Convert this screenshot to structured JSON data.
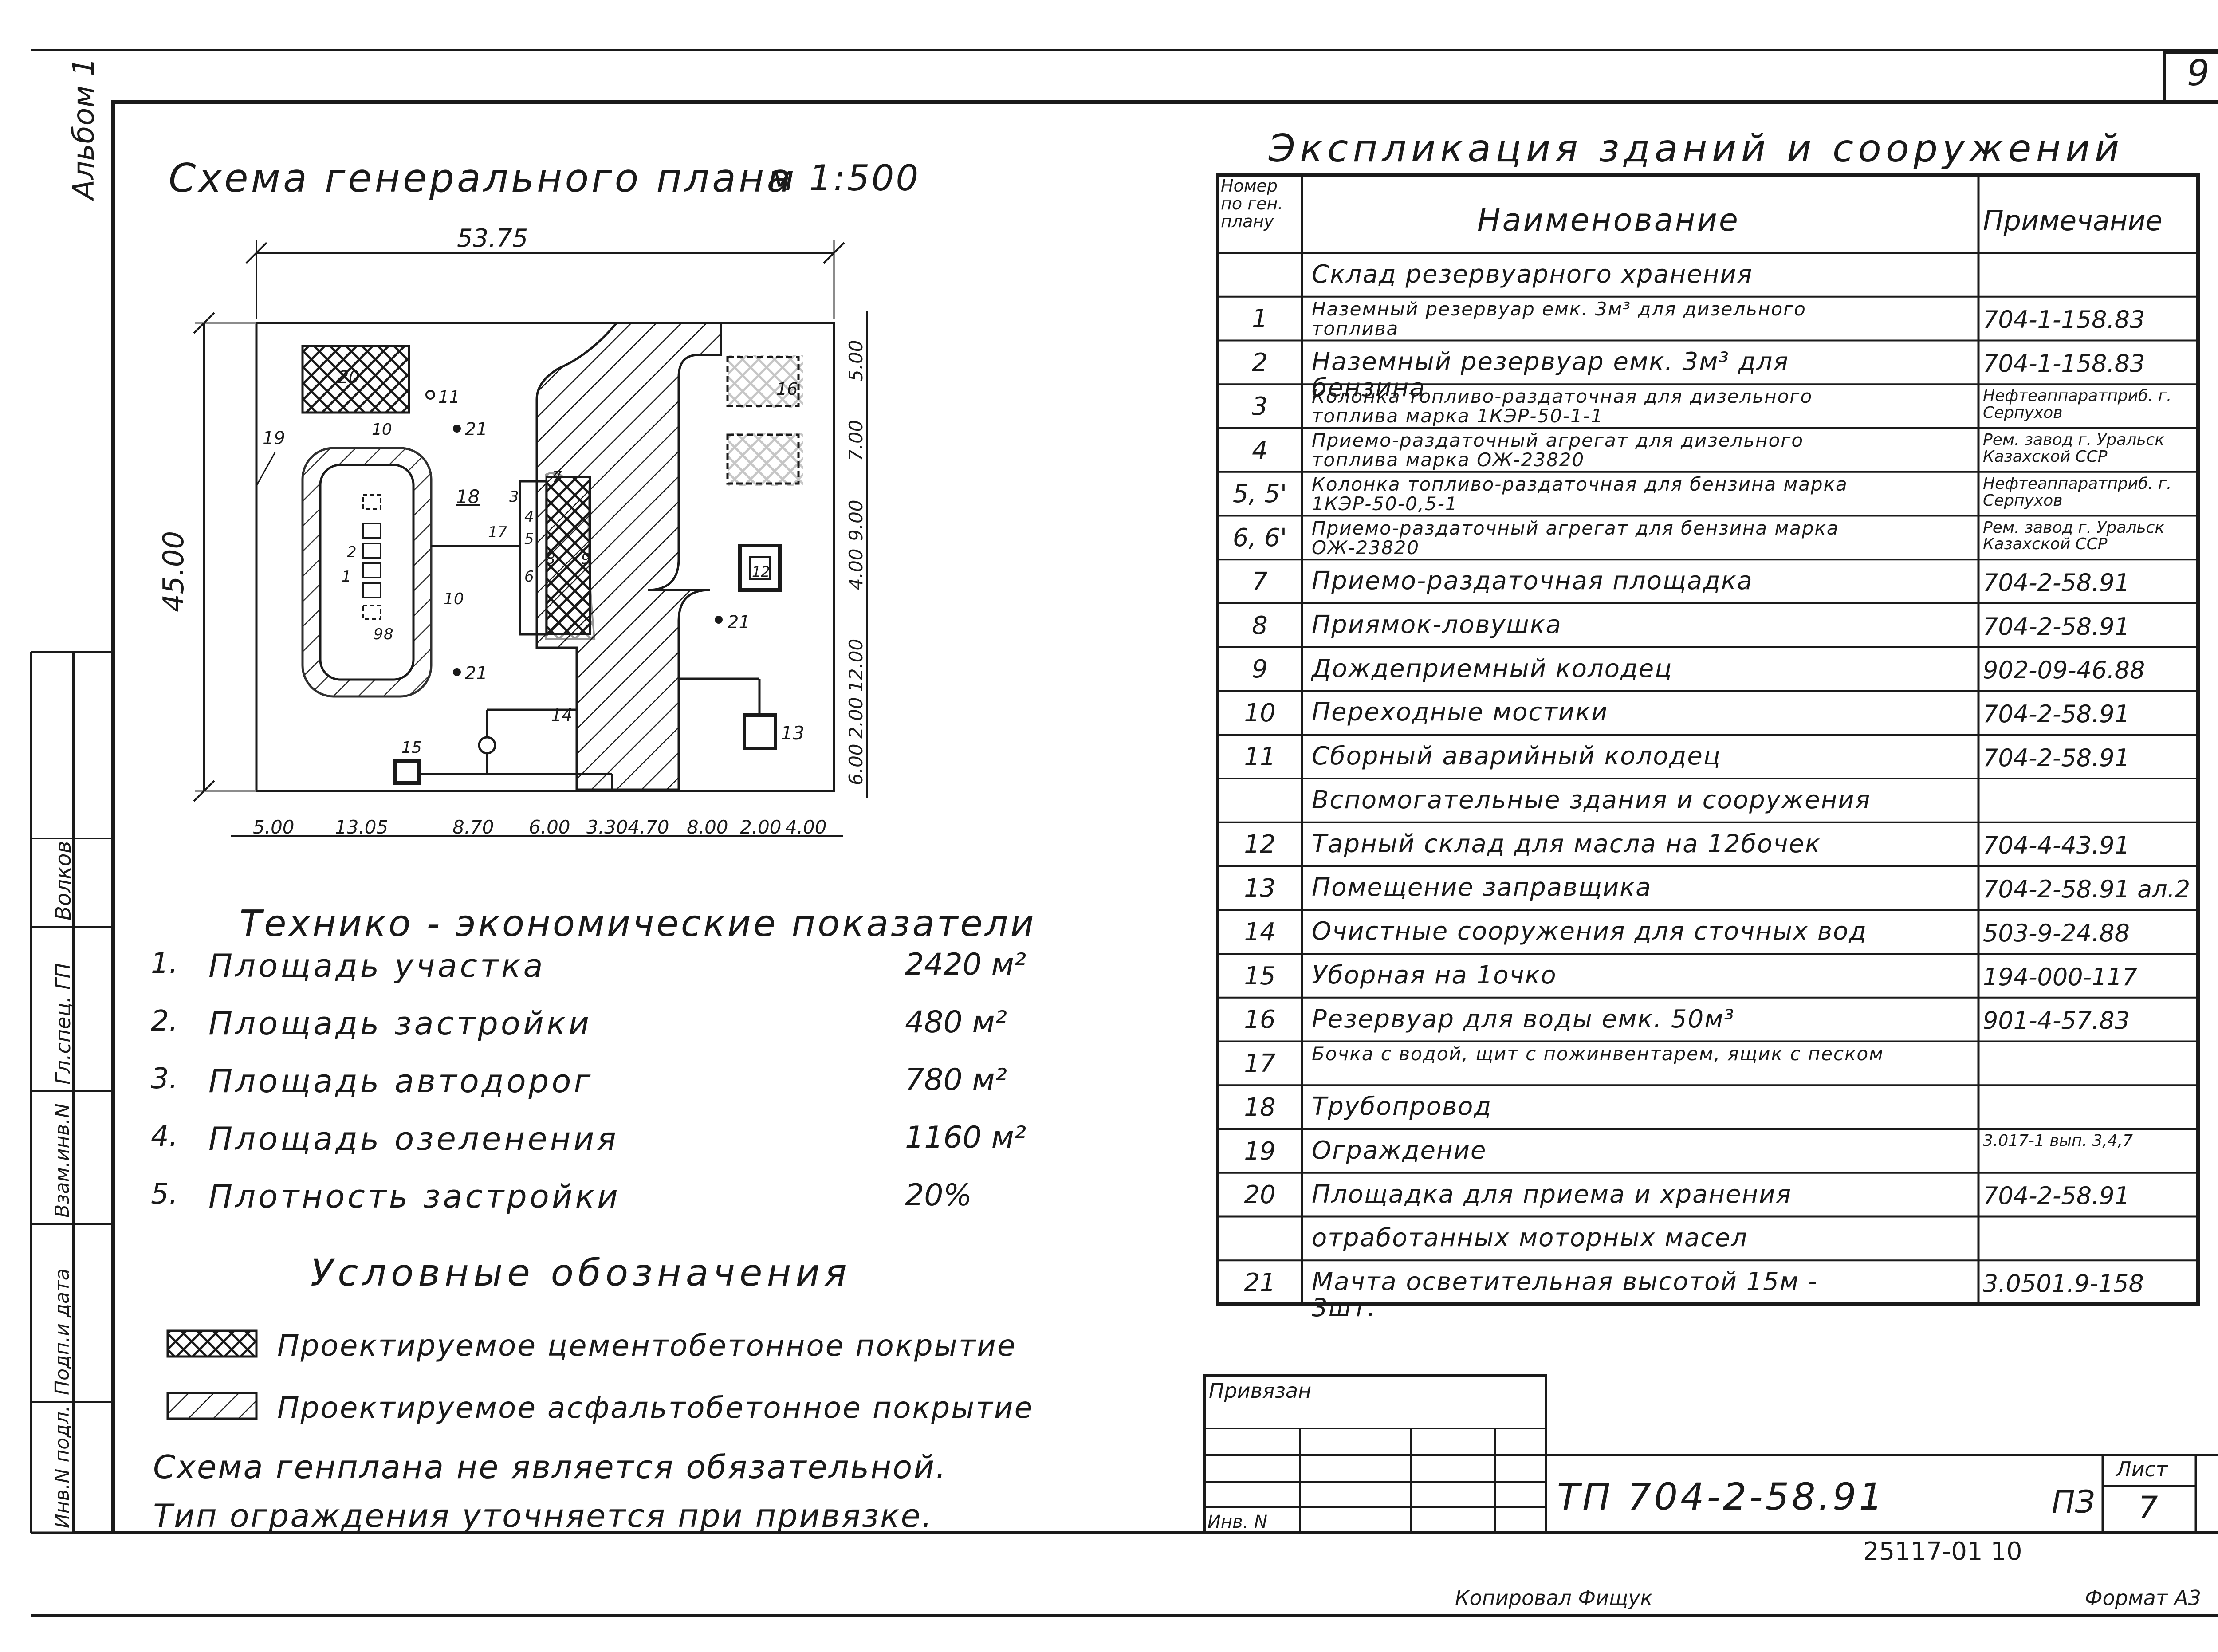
{
  "sheet_number": "9",
  "album_label": "Альбом 1",
  "plan": {
    "title": "Схема генерального плана",
    "scale": "м 1:500",
    "dim_top": "53.75",
    "dim_left": "45.00",
    "dims_bottom": [
      "5.00",
      "13.05",
      "8.70",
      "6.00",
      "3.30",
      "4.70",
      "8.00",
      "2.00",
      "4.00"
    ],
    "dims_right": [
      "5.00",
      "7.00",
      "9.00",
      "4.00",
      "12.00",
      "2.00",
      "6.00"
    ],
    "labels": [
      "20",
      "11",
      "10",
      "21",
      "19",
      "18",
      "3",
      "4",
      "7",
      "5",
      "6",
      "8",
      "9",
      "17",
      "16",
      "12",
      "21",
      "1",
      "2",
      "9",
      "8",
      "10",
      "21",
      "14",
      "13",
      "15"
    ]
  },
  "tep": {
    "title": "Технико - экономические показатели",
    "items": [
      {
        "num": "1.",
        "label": "Площадь участка",
        "value": "2420 м²"
      },
      {
        "num": "2.",
        "label": "Площадь застройки",
        "value": "480 м²"
      },
      {
        "num": "3.",
        "label": "Площадь автодорог",
        "value": "780 м²"
      },
      {
        "num": "4.",
        "label": "Площадь озеленения",
        "value": "1160 м²"
      },
      {
        "num": "5.",
        "label": "Плотность застройки",
        "value": "20%"
      }
    ]
  },
  "legend": {
    "title": "Условные обозначения",
    "items": [
      {
        "pattern": "crosshatch",
        "label": "Проектируемое цементобетонное покрытие"
      },
      {
        "pattern": "hatch",
        "label": "Проектируемое асфальтобетонное покрытие"
      }
    ]
  },
  "notes": [
    "Схема генплана не является обязательной.",
    "Тип ограждения уточняется при привязке."
  ],
  "explication": {
    "title": "Экспликация зданий и сооружений",
    "headers": {
      "num": "Номер по ген. плану",
      "name": "Наименование",
      "note": "Примечание"
    },
    "rows": [
      {
        "num": "",
        "name": "Склад резервуарного хранения",
        "note": ""
      },
      {
        "num": "1",
        "name": "Наземный резервуар емк. 3м³ для дизельного топлива",
        "note": "704-1-158.83"
      },
      {
        "num": "2",
        "name": "Наземный резервуар емк. 3м³ для бензина",
        "note": "704-1-158.83"
      },
      {
        "num": "3",
        "name": "Колонка топливо-раздаточная для дизельного топлива марка 1КЭР-50-1-1",
        "note": "Нефтеаппаратприб. г. Серпухов"
      },
      {
        "num": "4",
        "name": "Приемо-раздаточный агрегат для дизельного топлива марка ОЖ-23820",
        "note": "Рем. завод г. Уральск Казахской ССР"
      },
      {
        "num": "5, 5'",
        "name": "Колонка топливо-раздаточная для бензина марка 1КЭР-50-0,5-1",
        "note": "Нефтеаппаратприб. г. Серпухов"
      },
      {
        "num": "6, 6'",
        "name": "Приемо-раздаточный агрегат для бензина марка ОЖ-23820",
        "note": "Рем. завод г. Уральск Казахской ССР"
      },
      {
        "num": "7",
        "name": "Приемо-раздаточная площадка",
        "note": "704-2-58.91"
      },
      {
        "num": "8",
        "name": "Приямок-ловушка",
        "note": "704-2-58.91"
      },
      {
        "num": "9",
        "name": "Дождеприемный колодец",
        "note": "902-09-46.88"
      },
      {
        "num": "10",
        "name": "Переходные мостики",
        "note": "704-2-58.91"
      },
      {
        "num": "11",
        "name": "Сборный аварийный колодец",
        "note": "704-2-58.91"
      },
      {
        "num": "",
        "name": "Вспомогательные здания и сооружения",
        "note": ""
      },
      {
        "num": "12",
        "name": "Тарный склад для масла на 12бочек",
        "note": "704-4-43.91"
      },
      {
        "num": "13",
        "name": "Помещение заправщика",
        "note": "704-2-58.91 ал.2"
      },
      {
        "num": "14",
        "name": "Очистные сооружения для сточных вод",
        "note": "503-9-24.88"
      },
      {
        "num": "15",
        "name": "Уборная на 1очко",
        "note": "194-000-117"
      },
      {
        "num": "16",
        "name": "Резервуар для воды емк. 50м³",
        "note": "901-4-57.83"
      },
      {
        "num": "17",
        "name": "Бочка с водой, щит с пожинвентарем, ящик с песком",
        "note": ""
      },
      {
        "num": "18",
        "name": "Трубопровод",
        "note": ""
      },
      {
        "num": "19",
        "name": "Ограждение",
        "note": "3.017-1 вып. 3,4,7"
      },
      {
        "num": "20",
        "name": "Площадка для приема и хранения",
        "note": "704-2-58.91"
      },
      {
        "num": "",
        "name": "отработанных моторных масел",
        "note": ""
      },
      {
        "num": "21",
        "name": "Мачта осветительная высотой 15м - 3шт.",
        "note": "3.0501.9-158"
      }
    ]
  },
  "stamp": {
    "bound_label": "Привязан",
    "inv_label": "Инв. N",
    "code": "ТП 704-2-58.91",
    "sheet_label": "Лист",
    "section": "ПЗ",
    "sheet": "7"
  },
  "side_stamp": [
    "Волков",
    "Гл.спец. ГП",
    "Взам.инв.N",
    "Подп.и дата",
    "Инв.N подл."
  ],
  "footer": {
    "order_number": "25117-01  10",
    "copied": "Копировал Фищук",
    "format": "Формат А3"
  }
}
